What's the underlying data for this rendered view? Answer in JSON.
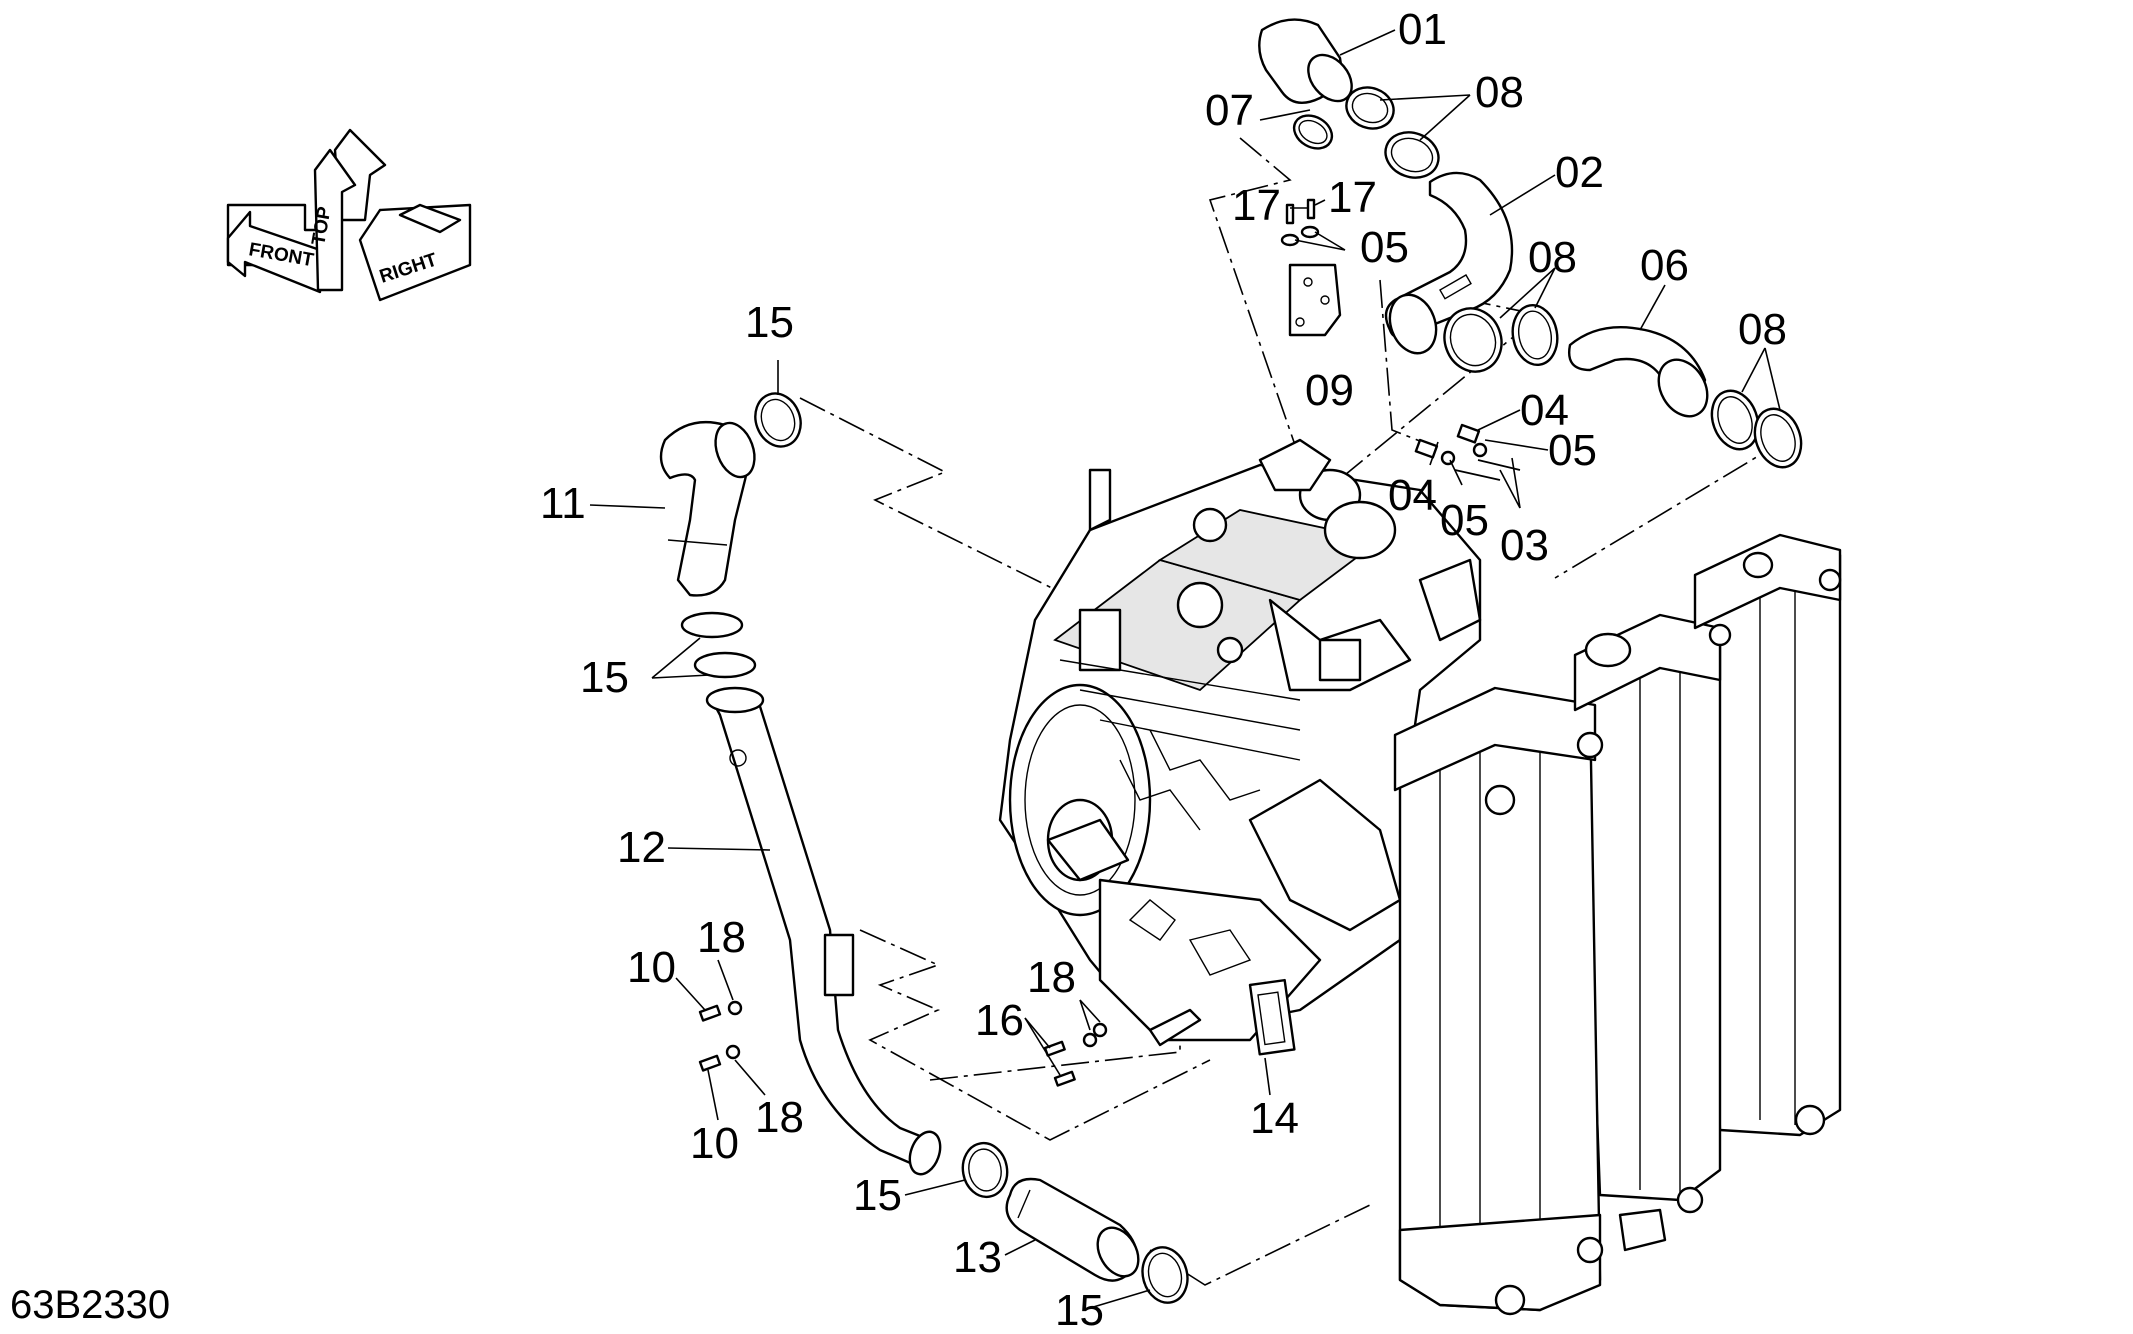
{
  "diagram": {
    "drawing_code": "63B2330",
    "orientation_badge": {
      "labels": [
        "FRONT",
        "TOP",
        "RIGHT"
      ]
    },
    "callouts": [
      {
        "id": "c01",
        "text": "01"
      },
      {
        "id": "c02",
        "text": "02"
      },
      {
        "id": "c03",
        "text": "03"
      },
      {
        "id": "c04a",
        "text": "04"
      },
      {
        "id": "c04b",
        "text": "04"
      },
      {
        "id": "c05a",
        "text": "05"
      },
      {
        "id": "c05b",
        "text": "05"
      },
      {
        "id": "c05c",
        "text": "05"
      },
      {
        "id": "c06",
        "text": "06"
      },
      {
        "id": "c07",
        "text": "07"
      },
      {
        "id": "c08a",
        "text": "08"
      },
      {
        "id": "c08b",
        "text": "08"
      },
      {
        "id": "c08c",
        "text": "08"
      },
      {
        "id": "c09",
        "text": "09"
      },
      {
        "id": "c10a",
        "text": "10"
      },
      {
        "id": "c10b",
        "text": "10"
      },
      {
        "id": "c11",
        "text": "11"
      },
      {
        "id": "c12",
        "text": "12"
      },
      {
        "id": "c13",
        "text": "13"
      },
      {
        "id": "c14",
        "text": "14"
      },
      {
        "id": "c15a",
        "text": "15"
      },
      {
        "id": "c15b",
        "text": "15"
      },
      {
        "id": "c15c",
        "text": "15"
      },
      {
        "id": "c15d",
        "text": "15"
      },
      {
        "id": "c16",
        "text": "16"
      },
      {
        "id": "c17a",
        "text": "17"
      },
      {
        "id": "c17b",
        "text": "17"
      },
      {
        "id": "c18a",
        "text": "18"
      },
      {
        "id": "c18b",
        "text": "18"
      },
      {
        "id": "c18c",
        "text": "18"
      }
    ]
  }
}
